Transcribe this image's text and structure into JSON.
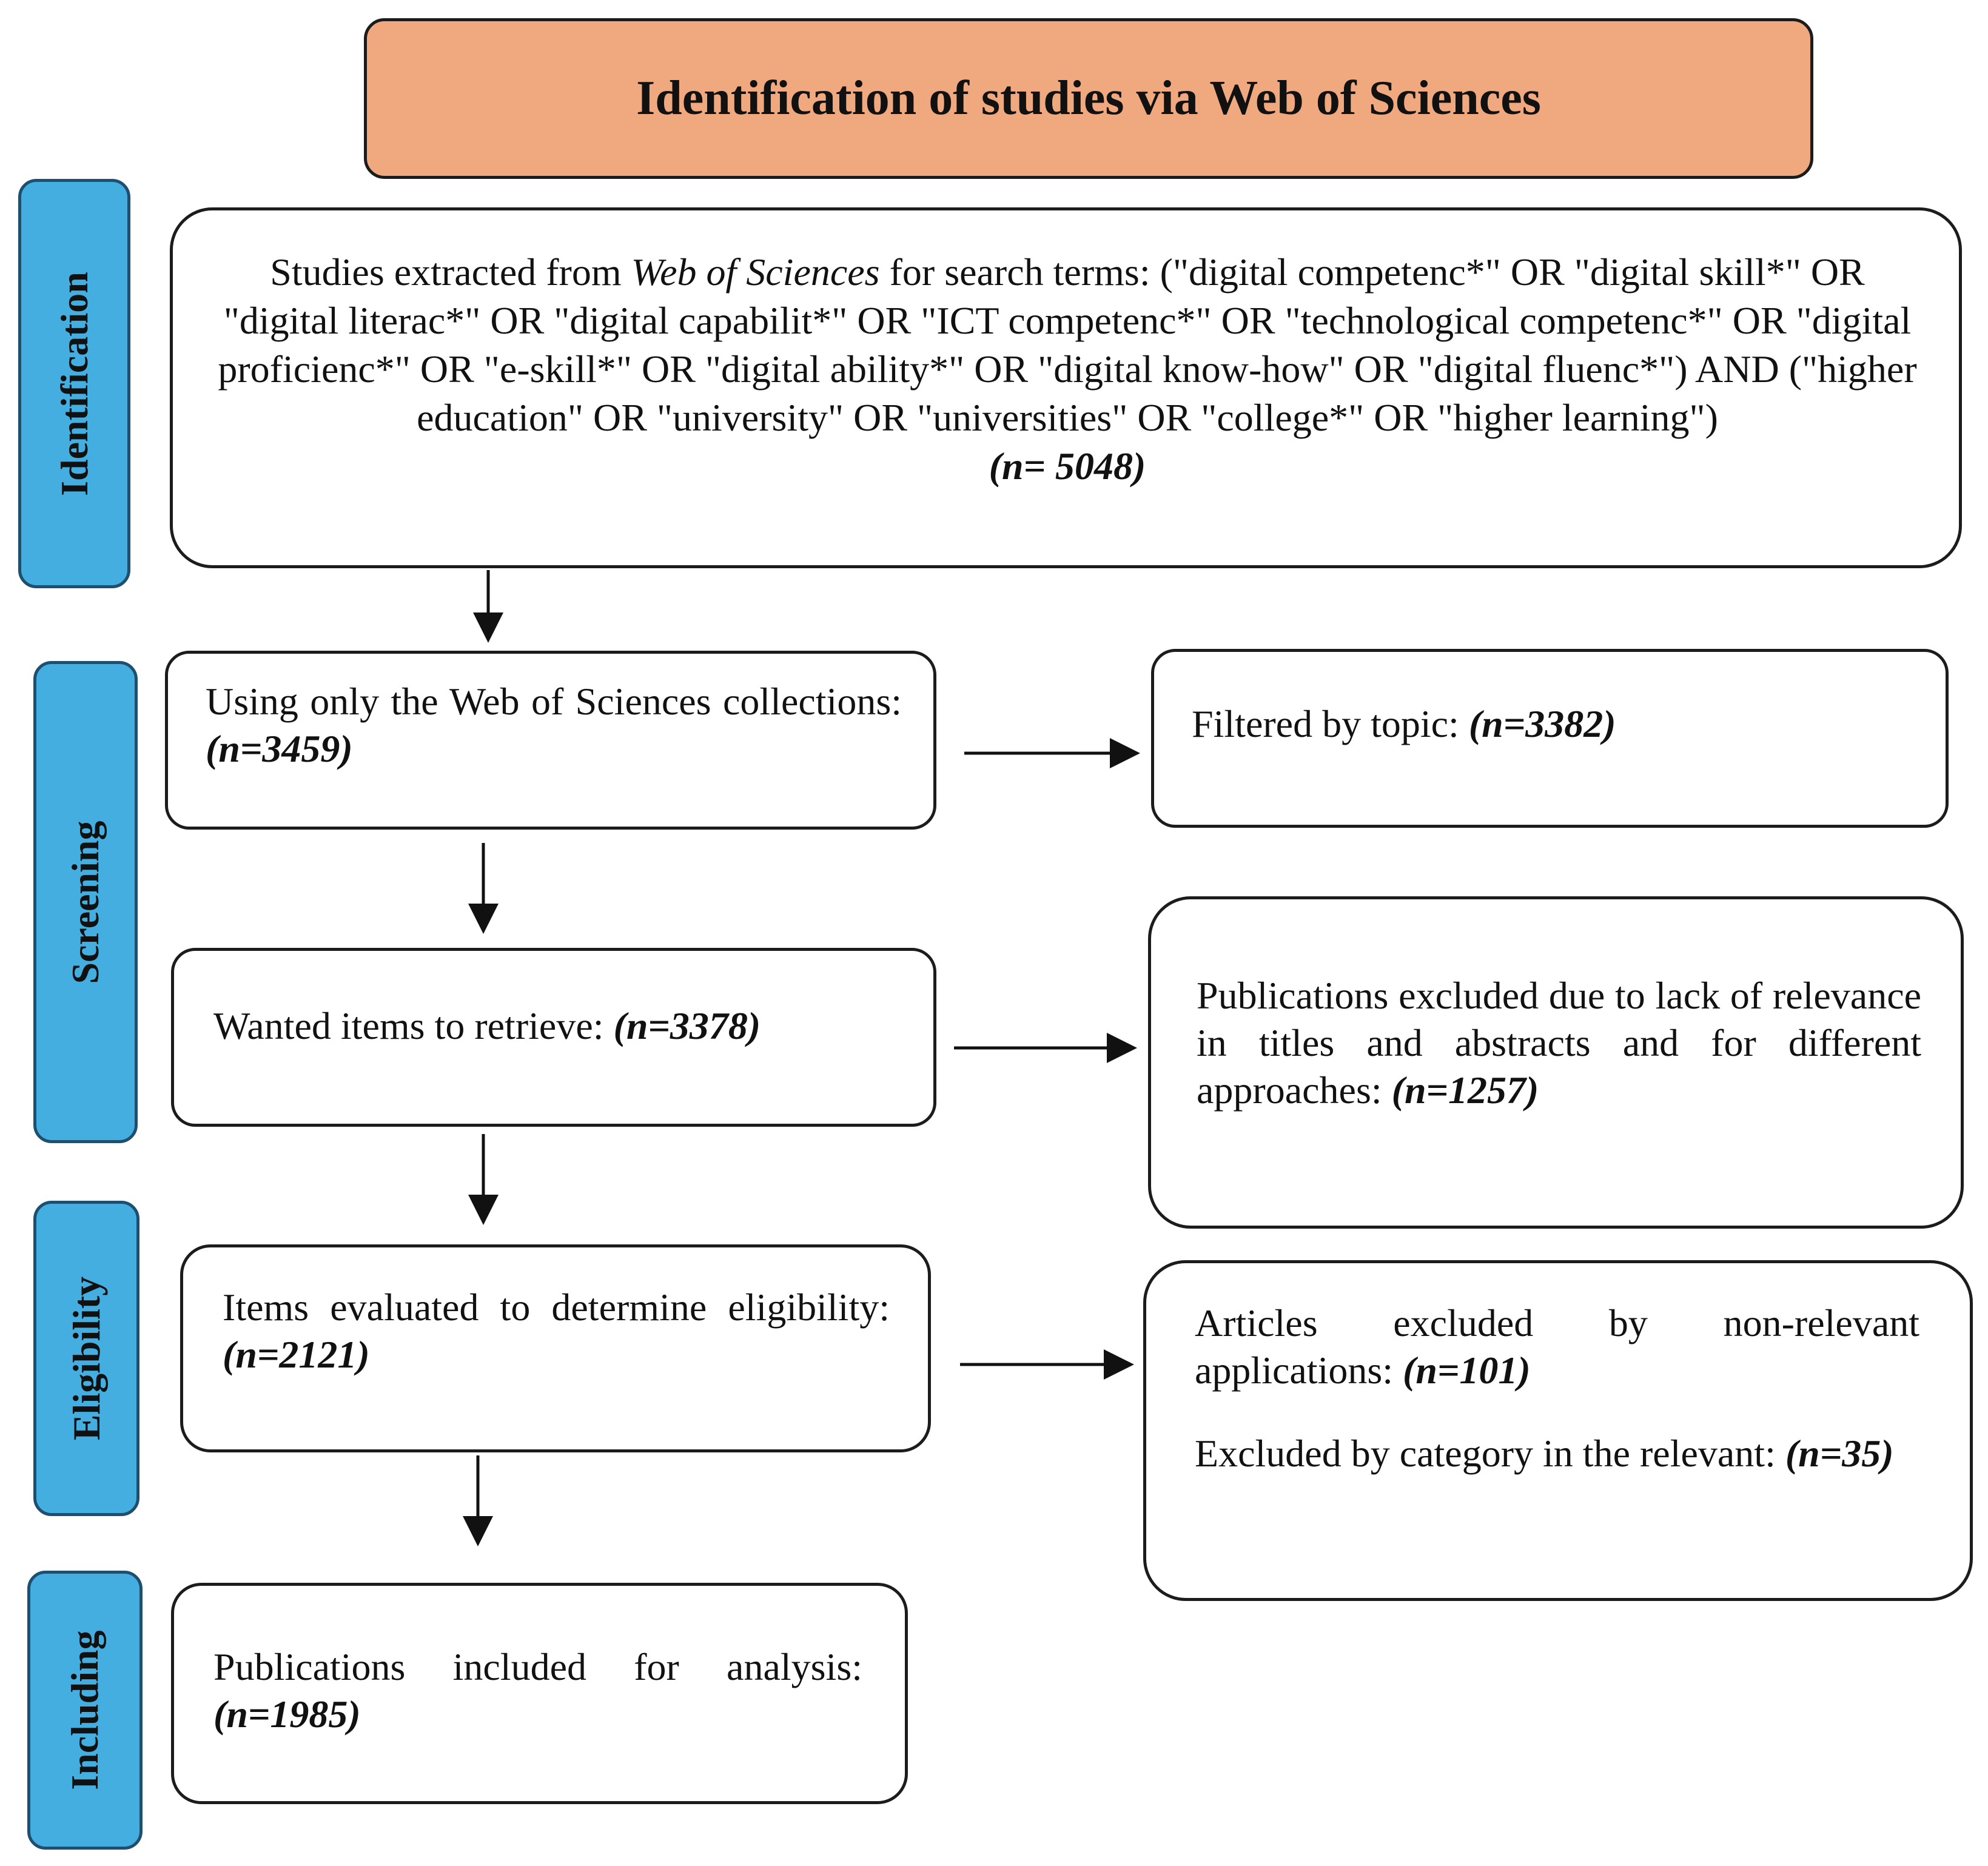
{
  "title": "Identification of studies via Web of Sciences",
  "stages": {
    "identification": "Identification",
    "screening": "Screening",
    "eligibility": "Eligibility",
    "including": "Including"
  },
  "identification_box": {
    "text_before": "Studies extracted from ",
    "text_italic": "Web of Sciences",
    "text_after": " for search terms: (\"digital competenc*\" OR \"digital skill*\" OR \"digital literac*\" OR \"digital capabilit*\" OR \"ICT competenc*\" OR \"technological competenc*\" OR \"digital proficienc*\" OR \"e-skill*\" OR \"digital ability*\" OR \"digital know-how\" OR \"digital fluenc*\") AND (\"higher education\" OR \"university\" OR \"universities\" OR \"college*\" OR \"higher learning\")",
    "count": "(n= 5048)"
  },
  "screening_box_1": {
    "text": "Using only the Web of Sciences collections: ",
    "count": "(n=3459)"
  },
  "filtered_box": {
    "text": "Filtered by topic: ",
    "count": "(n=3382)"
  },
  "screening_box_2": {
    "text": "Wanted items to retrieve: ",
    "count": "(n=3378)"
  },
  "excluded_box_1": {
    "text": "Publications excluded due to lack of relevance in titles and abstracts and for different approaches: ",
    "count": "(n=1257)"
  },
  "eligibility_box": {
    "text": "Items evaluated to determine eligibility: ",
    "count": "(n=2121)"
  },
  "excluded_box_2": {
    "line1_text": "Articles excluded by non-relevant applications: ",
    "line1_count": "(n=101)",
    "line2_text": "Excluded by category in the relevant: ",
    "line2_count": "(n=35)"
  },
  "included_box": {
    "text": "Publications included for analysis: ",
    "count": "(n=1985)"
  }
}
